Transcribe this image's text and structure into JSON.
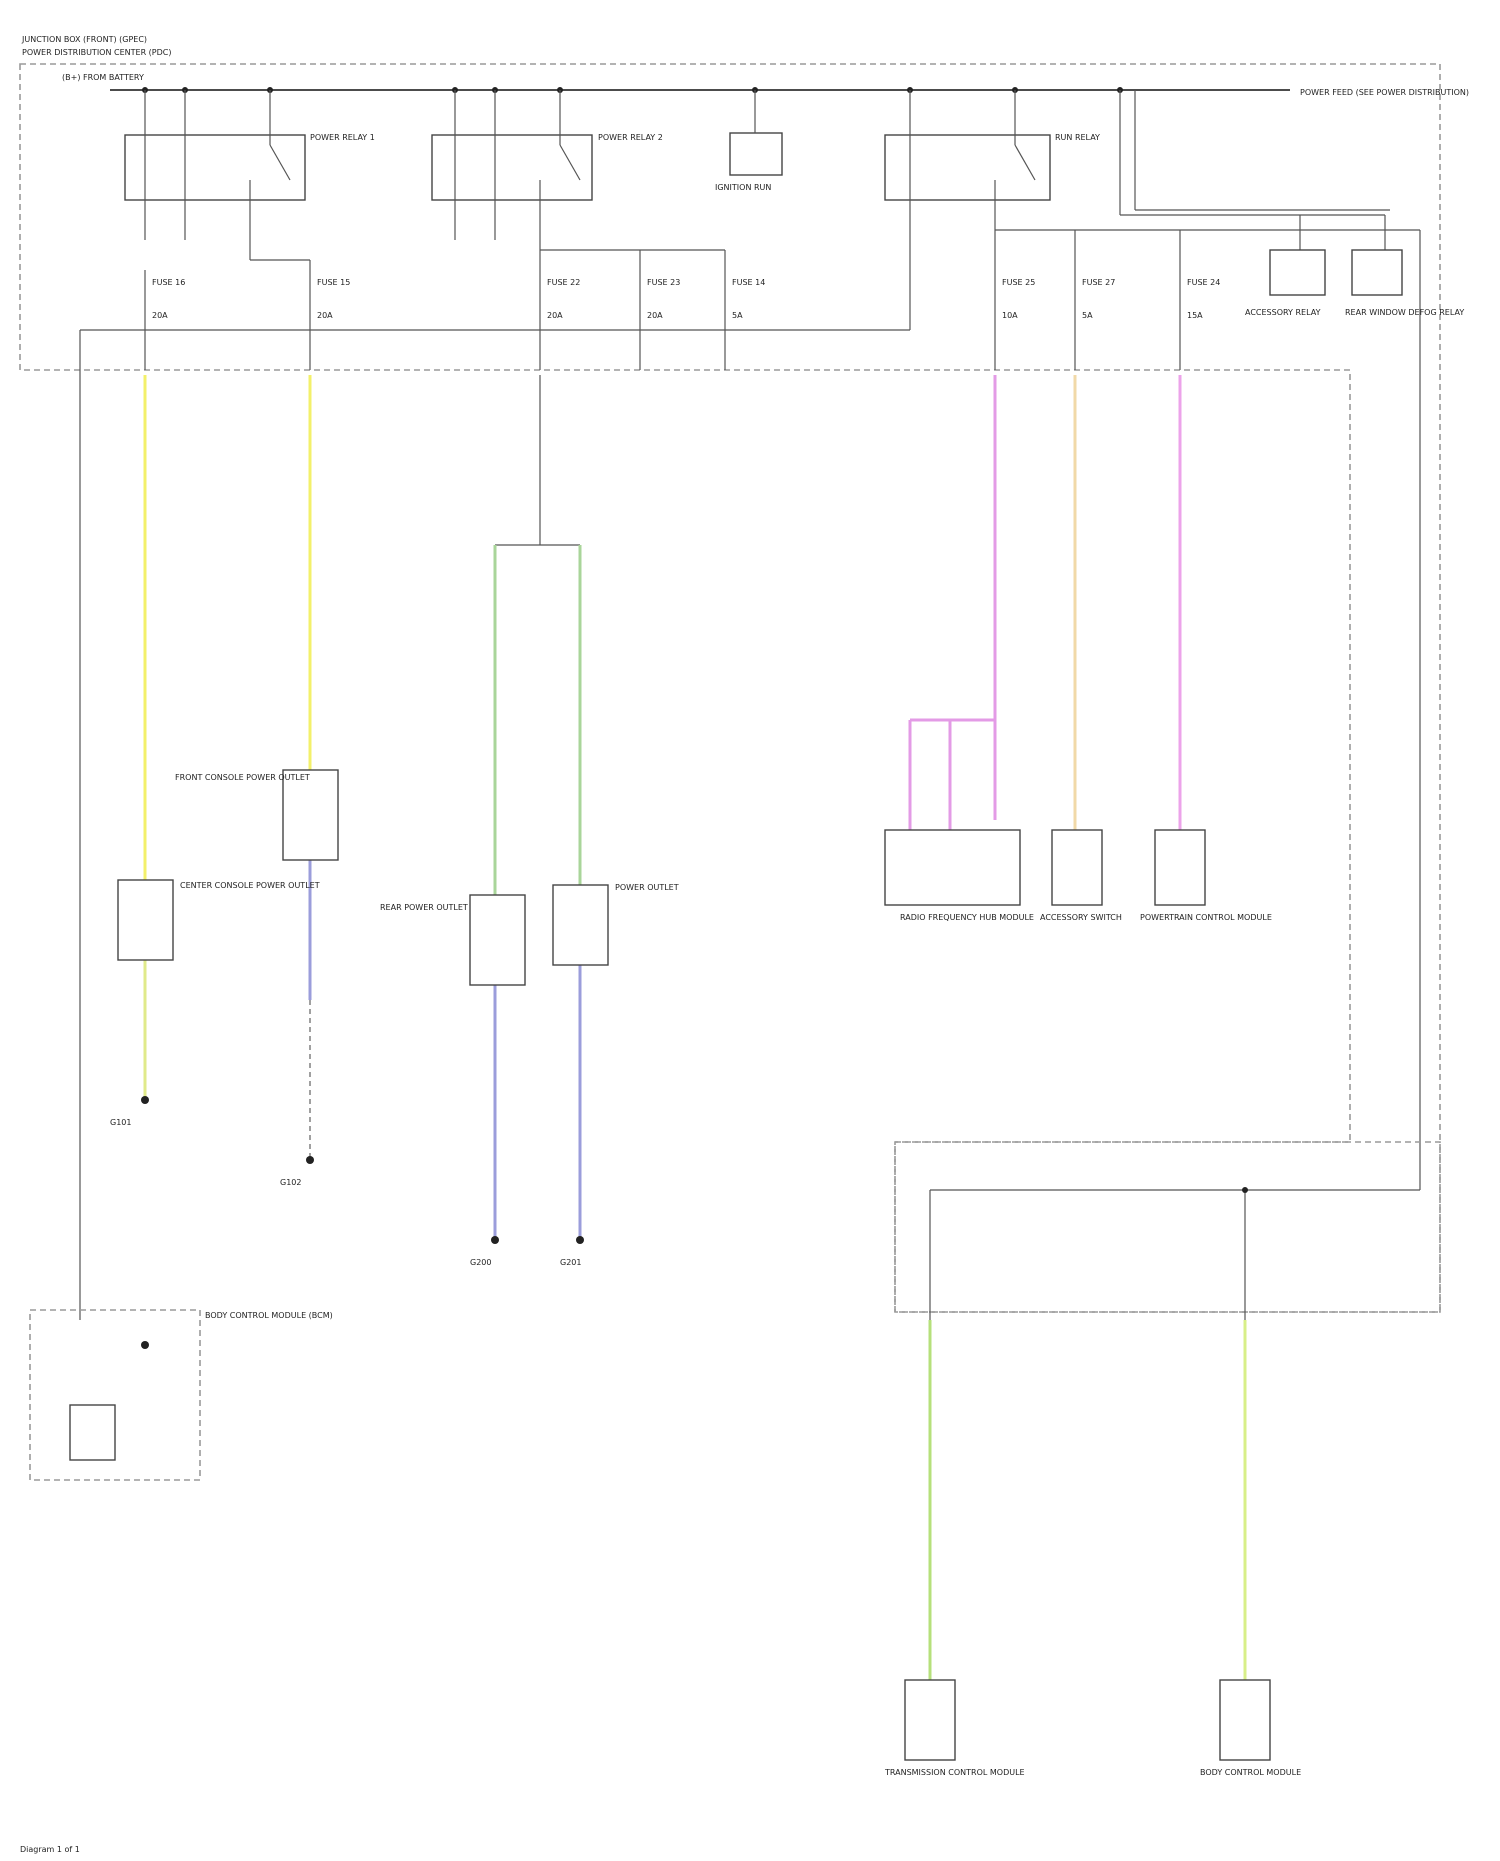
{
  "diagram": {
    "header": {
      "line1": "JUNCTION BOX (FRONT) (GPEC)",
      "line2": "POWER DISTRIBUTION CENTER (PDC)"
    },
    "battery_feed": "(B+) FROM BATTERY",
    "relays": [
      {
        "id": "relay-1",
        "label": "POWER RELAY 1"
      },
      {
        "id": "relay-2",
        "label": "POWER RELAY 2"
      },
      {
        "id": "relay-3",
        "label": "RUN RELAY"
      }
    ],
    "ignition_label": "IGNITION RUN",
    "top_right_label": "POWER FEED (SEE POWER DISTRIBUTION)",
    "fuses": [
      {
        "label": "FUSE 16",
        "rating": "20A"
      },
      {
        "label": "FUSE 15",
        "rating": "20A"
      },
      {
        "label": "FUSE 22",
        "rating": "20A"
      },
      {
        "label": "FUSE 23",
        "rating": "20A"
      },
      {
        "label": "FUSE 14",
        "rating": "5A"
      },
      {
        "label": "FUSE 25",
        "rating": "10A"
      },
      {
        "label": "FUSE 27",
        "rating": "5A"
      },
      {
        "label": "FUSE 24",
        "rating": "15A"
      }
    ],
    "small_relays": [
      {
        "label": "ACCESSORY RELAY"
      },
      {
        "label": "REAR WINDOW DEFOG RELAY"
      }
    ],
    "components": [
      {
        "id": "c1",
        "label": "CENTER CONSOLE POWER OUTLET"
      },
      {
        "id": "c2",
        "label": "FRONT CONSOLE POWER OUTLET"
      },
      {
        "id": "c3",
        "label": "REAR POWER OUTLET"
      },
      {
        "id": "c4",
        "label": "POWER OUTLET"
      },
      {
        "id": "c5",
        "label": "RADIO FREQUENCY HUB MODULE"
      },
      {
        "id": "c6",
        "label": "ACCESSORY SWITCH"
      },
      {
        "id": "c7",
        "label": "POWERTRAIN CONTROL MODULE"
      },
      {
        "id": "c8",
        "label": "TRANSMISSION CONTROL MODULE"
      },
      {
        "id": "c9",
        "label": "BODY CONTROL MODULE"
      }
    ],
    "grounds": [
      {
        "label": "G101"
      },
      {
        "label": "G102"
      },
      {
        "label": "G200"
      },
      {
        "label": "G201"
      }
    ],
    "bottom_left_module": "BODY CONTROL MODULE (BCM)",
    "footer": "Diagram 1 of 1"
  },
  "colors": {
    "yellow": "#f3f06a",
    "pink": "#e39be6",
    "green": "#a9d59a",
    "blue": "#9b9ddb",
    "light_green": "#b6e07b",
    "tan": "#f1d9a8"
  }
}
